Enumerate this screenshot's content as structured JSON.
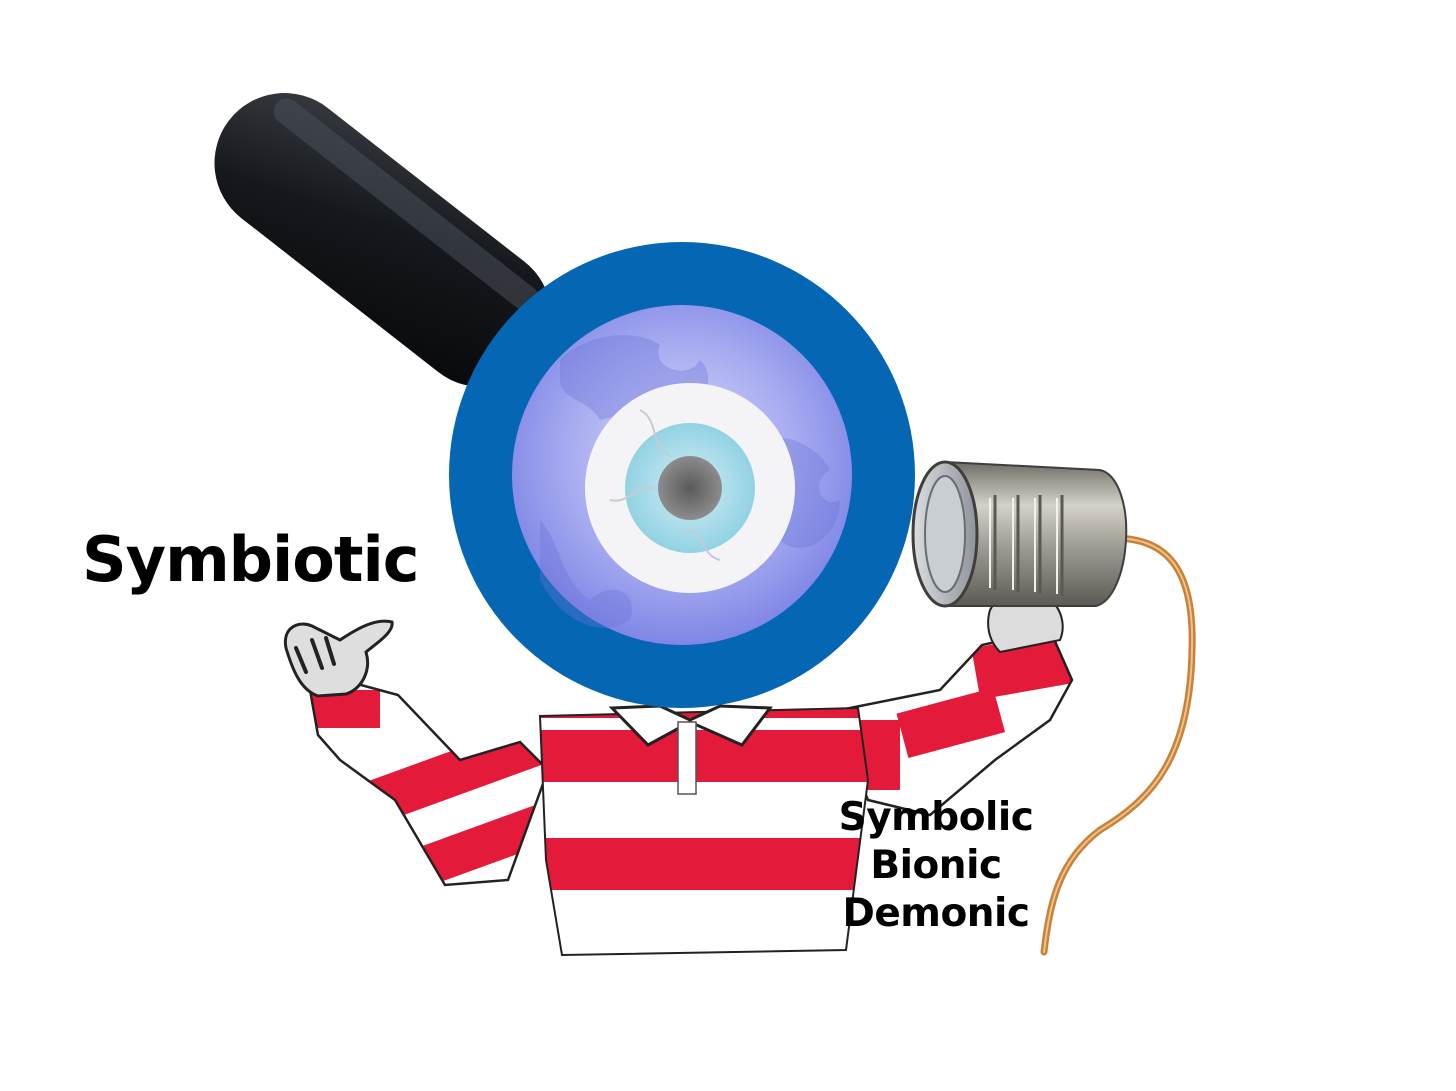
{
  "labels": {
    "main": "Symbiotic",
    "stack": [
      "Symbolic",
      "Bionic",
      "Demonic"
    ]
  },
  "colors": {
    "background": "#ffffff",
    "lens_ring": "#0567b4",
    "handle": "#16191d",
    "stripe_red": "#e41a3b",
    "stripe_white": "#ffffff",
    "string": "#c8823a",
    "tin_can": "#a8a59c",
    "text": "#000000"
  },
  "icons": [
    "magnifying-glass",
    "eye",
    "jigsaw-puzzle",
    "tin-can-phone",
    "striped-rugby-shirt"
  ]
}
